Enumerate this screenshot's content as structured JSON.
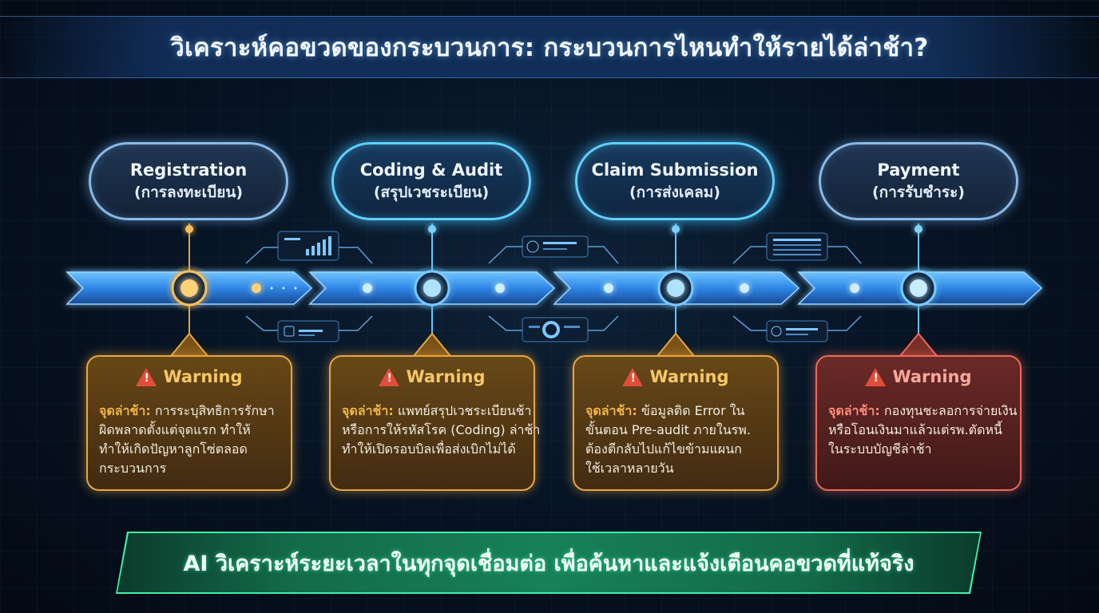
{
  "title": "วิเคราะห์คอขวดของกระบวนการ: กระบวนการไหนทำให้รายได้ล่าช้า?",
  "stages": [
    {
      "title": "Registration",
      "subtitle": "(การลงทะเบียน)",
      "warning_label": "Warning",
      "lead": "จุดล่าช้า:",
      "lines": [
        "การระบุสิทธิการรักษา",
        "ผิดพลาดตั้งแต่จุดแรก ทำให้",
        "ทำให้เกิดปัญหาลูกโซ่ตลอด",
        "กระบวนการ"
      ],
      "severity": "amber"
    },
    {
      "title": "Coding & Audit",
      "subtitle": "(สรุปเวชระเบียน)",
      "warning_label": "Warning",
      "lead": "จุดล่าช้า:",
      "lines": [
        "แพทย์สรุปเวชระเบียนช้า",
        "หรือการให้รหัสโรค (Coding) ล่าช้า",
        "ทำให้เปิดรอบบิลเพื่อส่งเบิกไม่ได้"
      ],
      "severity": "amber"
    },
    {
      "title": "Claim Submission",
      "subtitle": "(การส่งเคลม)",
      "warning_label": "Warning",
      "lead": "จุดล่าช้า:",
      "lines": [
        "ข้อมูลติด Error ใน",
        "ขั้นตอน Pre-audit ภายในรพ.",
        "ต้องตีกลับไปแก้ไขข้ามแผนก",
        "ใช้เวลาหลายวัน"
      ],
      "severity": "amber"
    },
    {
      "title": "Payment",
      "subtitle": "(การรับชำระ)",
      "warning_label": "Warning",
      "lead": "จุดล่าช้า:",
      "lines": [
        "กองทุนชะลอการจ่ายเงิน",
        "หรือโอนเงินมาแล้วแต่รพ.ตัดหนี้",
        "ในระบบบัญชีล่าช้า"
      ],
      "severity": "red"
    }
  ],
  "banner": "AI วิเคราะห์ระยะเวลาในทุกจุดเชื่อมต่อ เพื่อค้นหาและแจ้งเตือนคอขวดที่แท้จริง",
  "colors": {
    "flow": "#3aa0ff",
    "node": "#7cc8ff",
    "amber": "#e8a640",
    "red": "#ec6a5a",
    "banner": "#3ff0a8"
  },
  "icons": [
    "bar-chart-icon",
    "gauge-icon",
    "document-list-icon",
    "list-icon",
    "code-icon",
    "donut-icon",
    "heart-icon"
  ]
}
